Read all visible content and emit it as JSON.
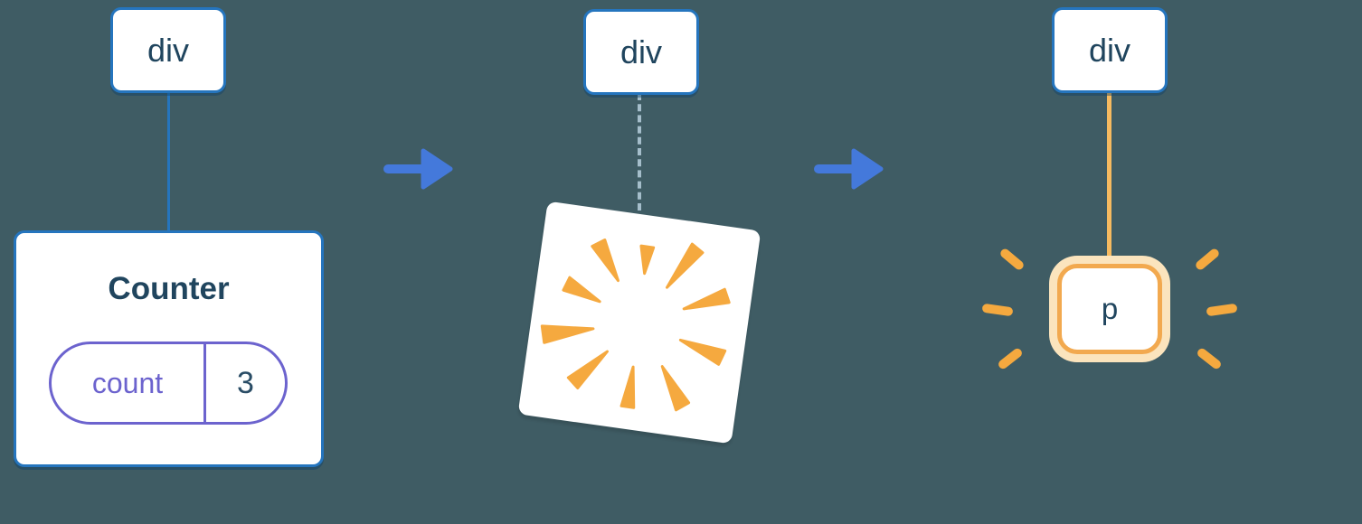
{
  "canvas": {
    "background": "#3F5C64"
  },
  "palette": {
    "box_border_blue": "#2575BE",
    "navy_text": "#20455E",
    "state_purple": "#6C63CE",
    "arrow_blue": "#4479DB",
    "dashed_gray_blue": "#A5BECB",
    "burst_orange": "#F5A93F",
    "highlight_orange_border": "#F2A94F",
    "highlight_orange_glow": "#FBE4BD",
    "orange_line": "#F6BA60"
  },
  "step1": {
    "node_label": "div",
    "card_title": "Counter",
    "state_key": "count",
    "state_value": "3"
  },
  "step2": {
    "node_label": "div"
  },
  "step3": {
    "node_label": "div",
    "element_label": "p"
  },
  "icons": {
    "arrow_right": "→",
    "poof_burst": "✺",
    "sparkle_ray": "✦"
  }
}
